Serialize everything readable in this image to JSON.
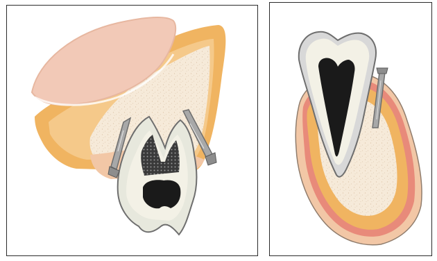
{
  "figure": {
    "panels": [
      {
        "id": "panel-left",
        "subject": "maxillary-molar-cross-section-with-sinus-and-mini-implants",
        "implant_count": 2
      },
      {
        "id": "panel-right",
        "subject": "incisor-cross-section-with-mini-implant",
        "implant_count": 1
      }
    ],
    "colors": {
      "sinus": "#f2c9b7",
      "cortical_bone": "#f0b461",
      "cancellous_bone": "#f6ead9",
      "gingiva": "#f2c7a6",
      "enamel": "#e7e8dd",
      "pulp": "#1a1a1a",
      "implant": "#a8a8a8",
      "outline": "#6e6e6e"
    }
  }
}
